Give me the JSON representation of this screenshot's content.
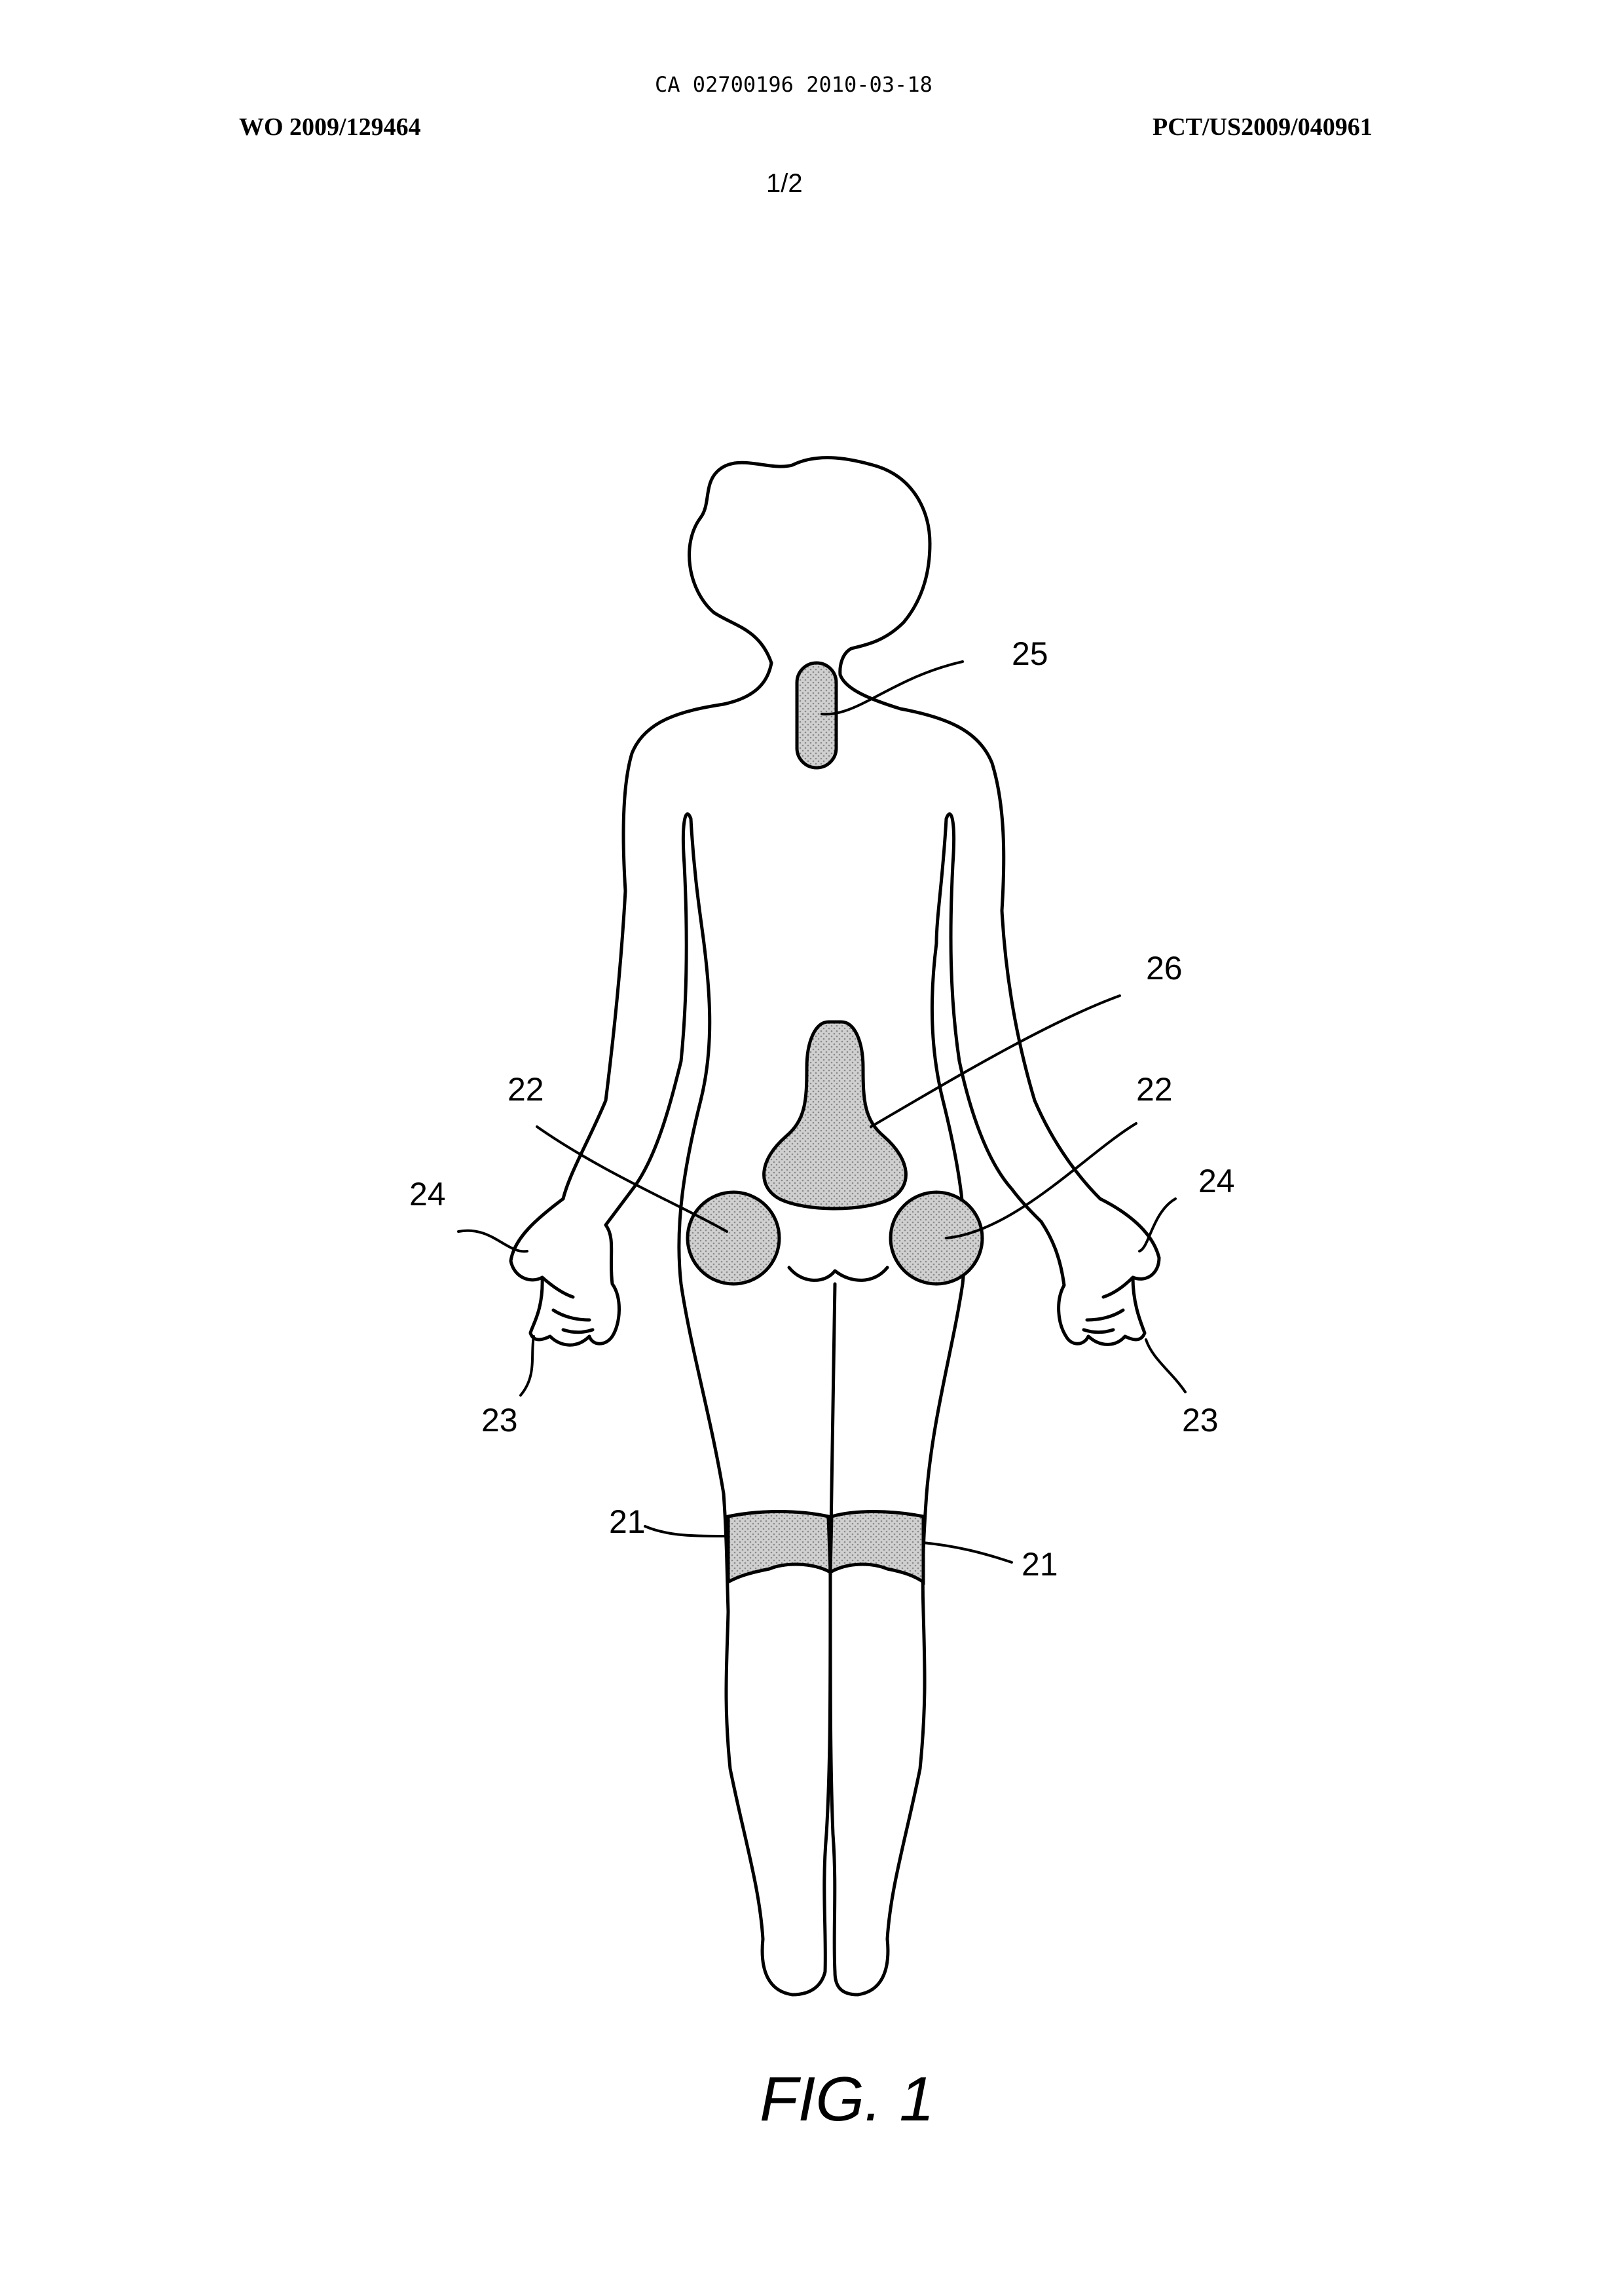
{
  "header": {
    "ca_number": "CA 02700196 2010-03-18",
    "wo_number": "WO 2009/129464",
    "pct_number": "PCT/US2009/040961",
    "page": "1/2"
  },
  "figure": {
    "caption": "FIG. 1",
    "callouts": {
      "c21_left": "21",
      "c21_right": "21",
      "c22_left": "22",
      "c22_right": "22",
      "c23_left": "23",
      "c23_right": "23",
      "c24_left": "24",
      "c24_right": "24",
      "c25": "25",
      "c26": "26"
    },
    "zone_fill_color": "#d0d0d0"
  }
}
